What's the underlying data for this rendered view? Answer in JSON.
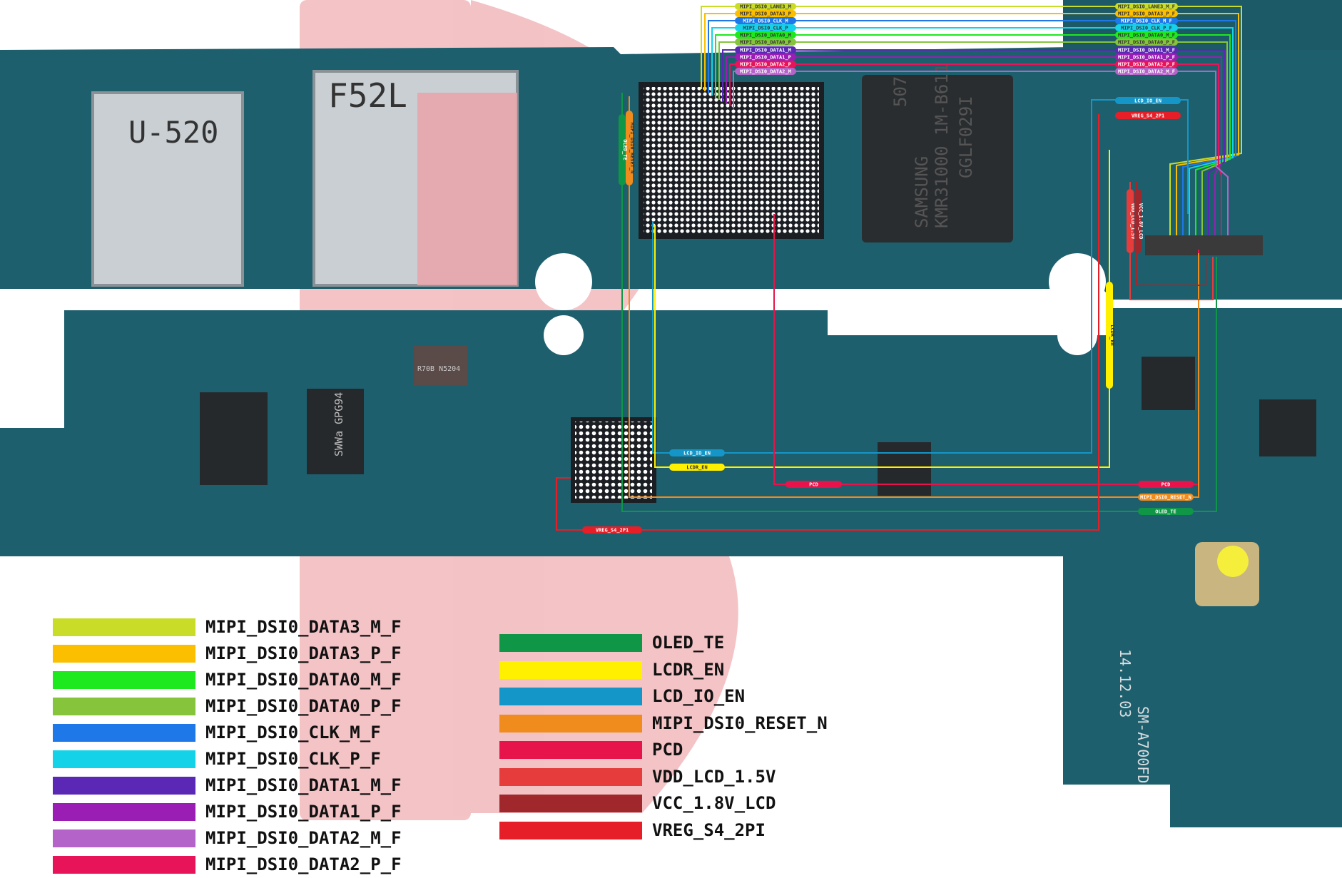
{
  "board": {
    "chip_text_1": "SAMSUNG",
    "chip_text_2": "KMR31000 1M-B611",
    "chip_text_3": "GGLF029I",
    "chip_text_4": "507",
    "sim_label_1": "U-520",
    "sim_label_2": "F52L",
    "model_text": "SM-A700FD",
    "date_text": "14.12.03",
    "chip_small_1": "SWWa GPG94",
    "chip_small_2": "R70B N5204"
  },
  "trace_labels": {
    "top_left": [
      {
        "text": "MIPI_DSI0_LANE3_M",
        "color": "#c8dc28",
        "fg": "#333"
      },
      {
        "text": "MIPI_DSI0_DATA3_P",
        "color": "#fbbf00",
        "fg": "#333"
      },
      {
        "text": "MIPI_DSI0_CLK_M",
        "color": "#1e78e8",
        "fg": "#fff"
      },
      {
        "text": "MIPI_DSI0_CLK_P",
        "color": "#14d2e8",
        "fg": "#333"
      },
      {
        "text": "MIPI_DSI0_DATA0_M",
        "color": "#1ee81e",
        "fg": "#333"
      },
      {
        "text": "MIPI_DSI0_DATA0_P",
        "color": "#86c43c",
        "fg": "#333"
      },
      {
        "text": "MIPI_DSI0_DATA1_M",
        "color": "#5a28b4",
        "fg": "#fff"
      },
      {
        "text": "MIPI_DSI0_DATA1_P",
        "color": "#9b1eb4",
        "fg": "#fff"
      },
      {
        "text": "MIPI_DSI0_DATA2_P",
        "color": "#e8145a",
        "fg": "#fff"
      },
      {
        "text": "MIPI_DSI0_DATA2_M",
        "color": "#b464c8",
        "fg": "#fff"
      }
    ],
    "top_right": [
      {
        "text": "MIPI_DSI0_LANE3_M_F",
        "color": "#c8dc28",
        "fg": "#333"
      },
      {
        "text": "MIPI_DSI0_DATA3_P_F",
        "color": "#fbbf00",
        "fg": "#333"
      },
      {
        "text": "MIPI_DSI0_CLK_M_F",
        "color": "#1e78e8",
        "fg": "#fff"
      },
      {
        "text": "MIPI_DSI0_CLK_P_F",
        "color": "#14d2e8",
        "fg": "#333"
      },
      {
        "text": "MIPI_DSI0_DATA0_M_F",
        "color": "#1ee81e",
        "fg": "#333"
      },
      {
        "text": "MIPI_DSI0_DATA0_P_F",
        "color": "#86c43c",
        "fg": "#333"
      },
      {
        "text": "MIPI_DSI0_DATA1_M_F",
        "color": "#5a28b4",
        "fg": "#fff"
      },
      {
        "text": "MIPI_DSI0_DATA1_P_F",
        "color": "#9b1eb4",
        "fg": "#fff"
      },
      {
        "text": "MIPI_DSI0_DATA2_P_F",
        "color": "#e8145a",
        "fg": "#fff"
      },
      {
        "text": "MIPI_DSI0_DATA2_M_F",
        "color": "#b464c8",
        "fg": "#fff"
      }
    ],
    "lcd_io_en_right": "LCD_IO_EN",
    "vreg_right": "VREG_S4_2P1",
    "lcd_io_en_bottom": "LCD_IO_EN",
    "lcdr_en_bottom": "LCDR_EN",
    "pcd_left": "PCD",
    "pcd_right": "PCD",
    "reset_right": "MIPI_DSI0_RESET_N",
    "oled_te_right": "OLED_TE",
    "reset_vertical": "MIPI_DSI0_RESET_N",
    "oled_te_vertical": "OLED_TE",
    "lcdr_en_vertical": "LCDR_EN",
    "vdd_vertical": "VDD_LCD_1.5V",
    "vcc_vertical": "VCC_1.8V_LCD",
    "vreg_bottom": "VREG_S4_2P1"
  },
  "legend": {
    "left": [
      {
        "label": "MIPI_DSI0_DATA3_M_F",
        "color": "#c8dc28"
      },
      {
        "label": "MIPI_DSI0_DATA3_P_F",
        "color": "#fbbf00"
      },
      {
        "label": "MIPI_DSI0_DATA0_M_F",
        "color": "#1ee81e"
      },
      {
        "label": "MIPI_DSI0_DATA0_P_F",
        "color": "#86c43c"
      },
      {
        "label": "MIPI_DSI0_CLK_M_F",
        "color": "#1e78e8"
      },
      {
        "label": "MIPI_DSI0_CLK_P_F",
        "color": "#14d2e8"
      },
      {
        "label": "MIPI_DSI0_DATA1_M_F",
        "color": "#5a28b4"
      },
      {
        "label": "MIPI_DSI0_DATA1_P_F",
        "color": "#9b1eb4"
      },
      {
        "label": "MIPI_DSI0_DATA2_M_F",
        "color": "#b464c8"
      },
      {
        "label": "MIPI_DSI0_DATA2_P_F",
        "color": "#e8145a"
      }
    ],
    "right": [
      {
        "label": "OLED_TE",
        "color": "#0f9646"
      },
      {
        "label": "LCDR_EN",
        "color": "#fff000"
      },
      {
        "label": "LCD_IO_EN",
        "color": "#1496c8"
      },
      {
        "label": "MIPI_DSI0_RESET_N",
        "color": "#f08c1e"
      },
      {
        "label": "PCD",
        "color": "#e6144a"
      },
      {
        "label": "VDD_LCD_1.5V",
        "color": "#e63c3c"
      },
      {
        "label": "VCC_1.8V_LCD",
        "color": "#a0282d"
      },
      {
        "label": "VREG_S4_2PI",
        "color": "#e61e28"
      }
    ]
  }
}
